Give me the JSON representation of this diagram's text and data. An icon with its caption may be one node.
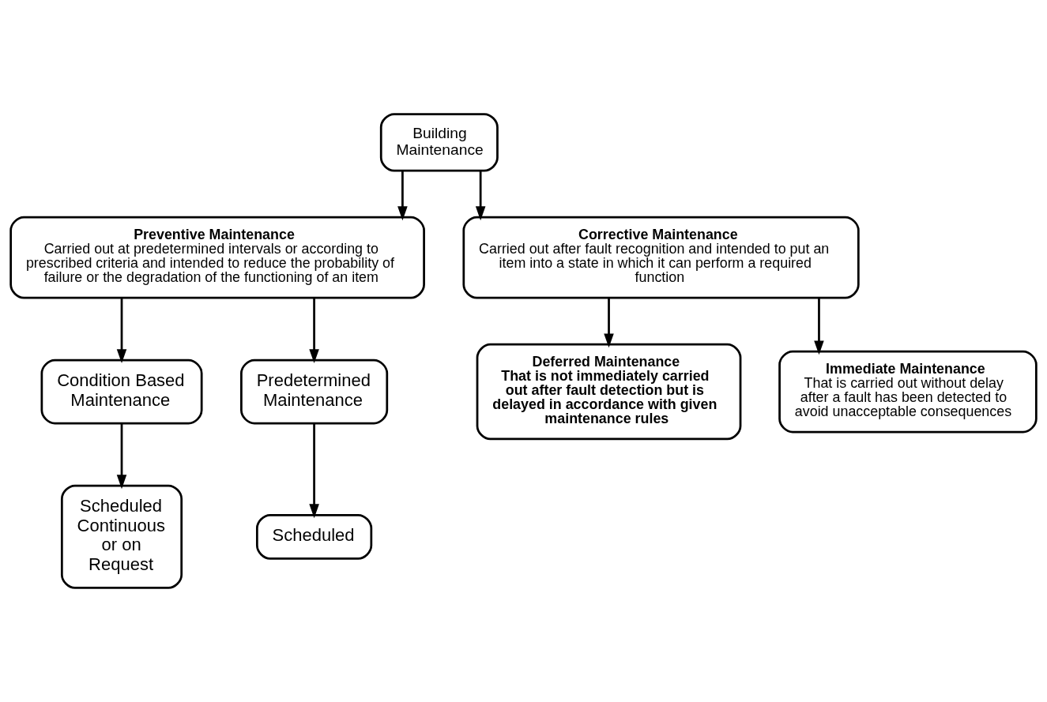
{
  "diagram": {
    "nodes": [
      {
        "text": [
          "Building Maintenance"
        ]
      },
      {
        "text": [
          "Preventive Maintenance",
          "Carried out at predetermined intervals or according to prescribed criteria and intended to reduce the probability of failure or the degradation of the functioning of an item"
        ]
      },
      {
        "text": [
          "Corrective Maintenance",
          "Carried out after fault recognition and intended to put an item into a state in which it can perform a required function"
        ]
      },
      {
        "text": [
          "Condition Based Maintenance"
        ]
      },
      {
        "text": [
          "Predetermined Maintenance"
        ]
      },
      {
        "text": [
          "Deferred Maintenance",
          "That is not immediately carried out after fault detection but is delayed in accordance with given maintenance rules"
        ]
      },
      {
        "text": [
          "Immediate Maintenance",
          "That is carried out without delay after a fault has been detected to avoid unacceptable consequences"
        ]
      },
      {
        "text": [
          "Scheduled Continuous or on Request"
        ]
      },
      {
        "text": [
          "Scheduled"
        ]
      }
    ],
    "edges": [
      {
        "from": 0,
        "to": 1,
        "arrow": "to"
      },
      {
        "from": 0,
        "to": 2,
        "arrow": "to"
      },
      {
        "from": 1,
        "to": 3,
        "arrow": "to"
      },
      {
        "from": 1,
        "to": 4,
        "arrow": "to"
      },
      {
        "from": 2,
        "to": 5,
        "arrow": "to"
      },
      {
        "from": 2,
        "to": 6,
        "arrow": "to"
      },
      {
        "from": 3,
        "to": 7,
        "arrow": "to"
      },
      {
        "from": 4,
        "to": 8,
        "arrow": "to"
      }
    ]
  }
}
